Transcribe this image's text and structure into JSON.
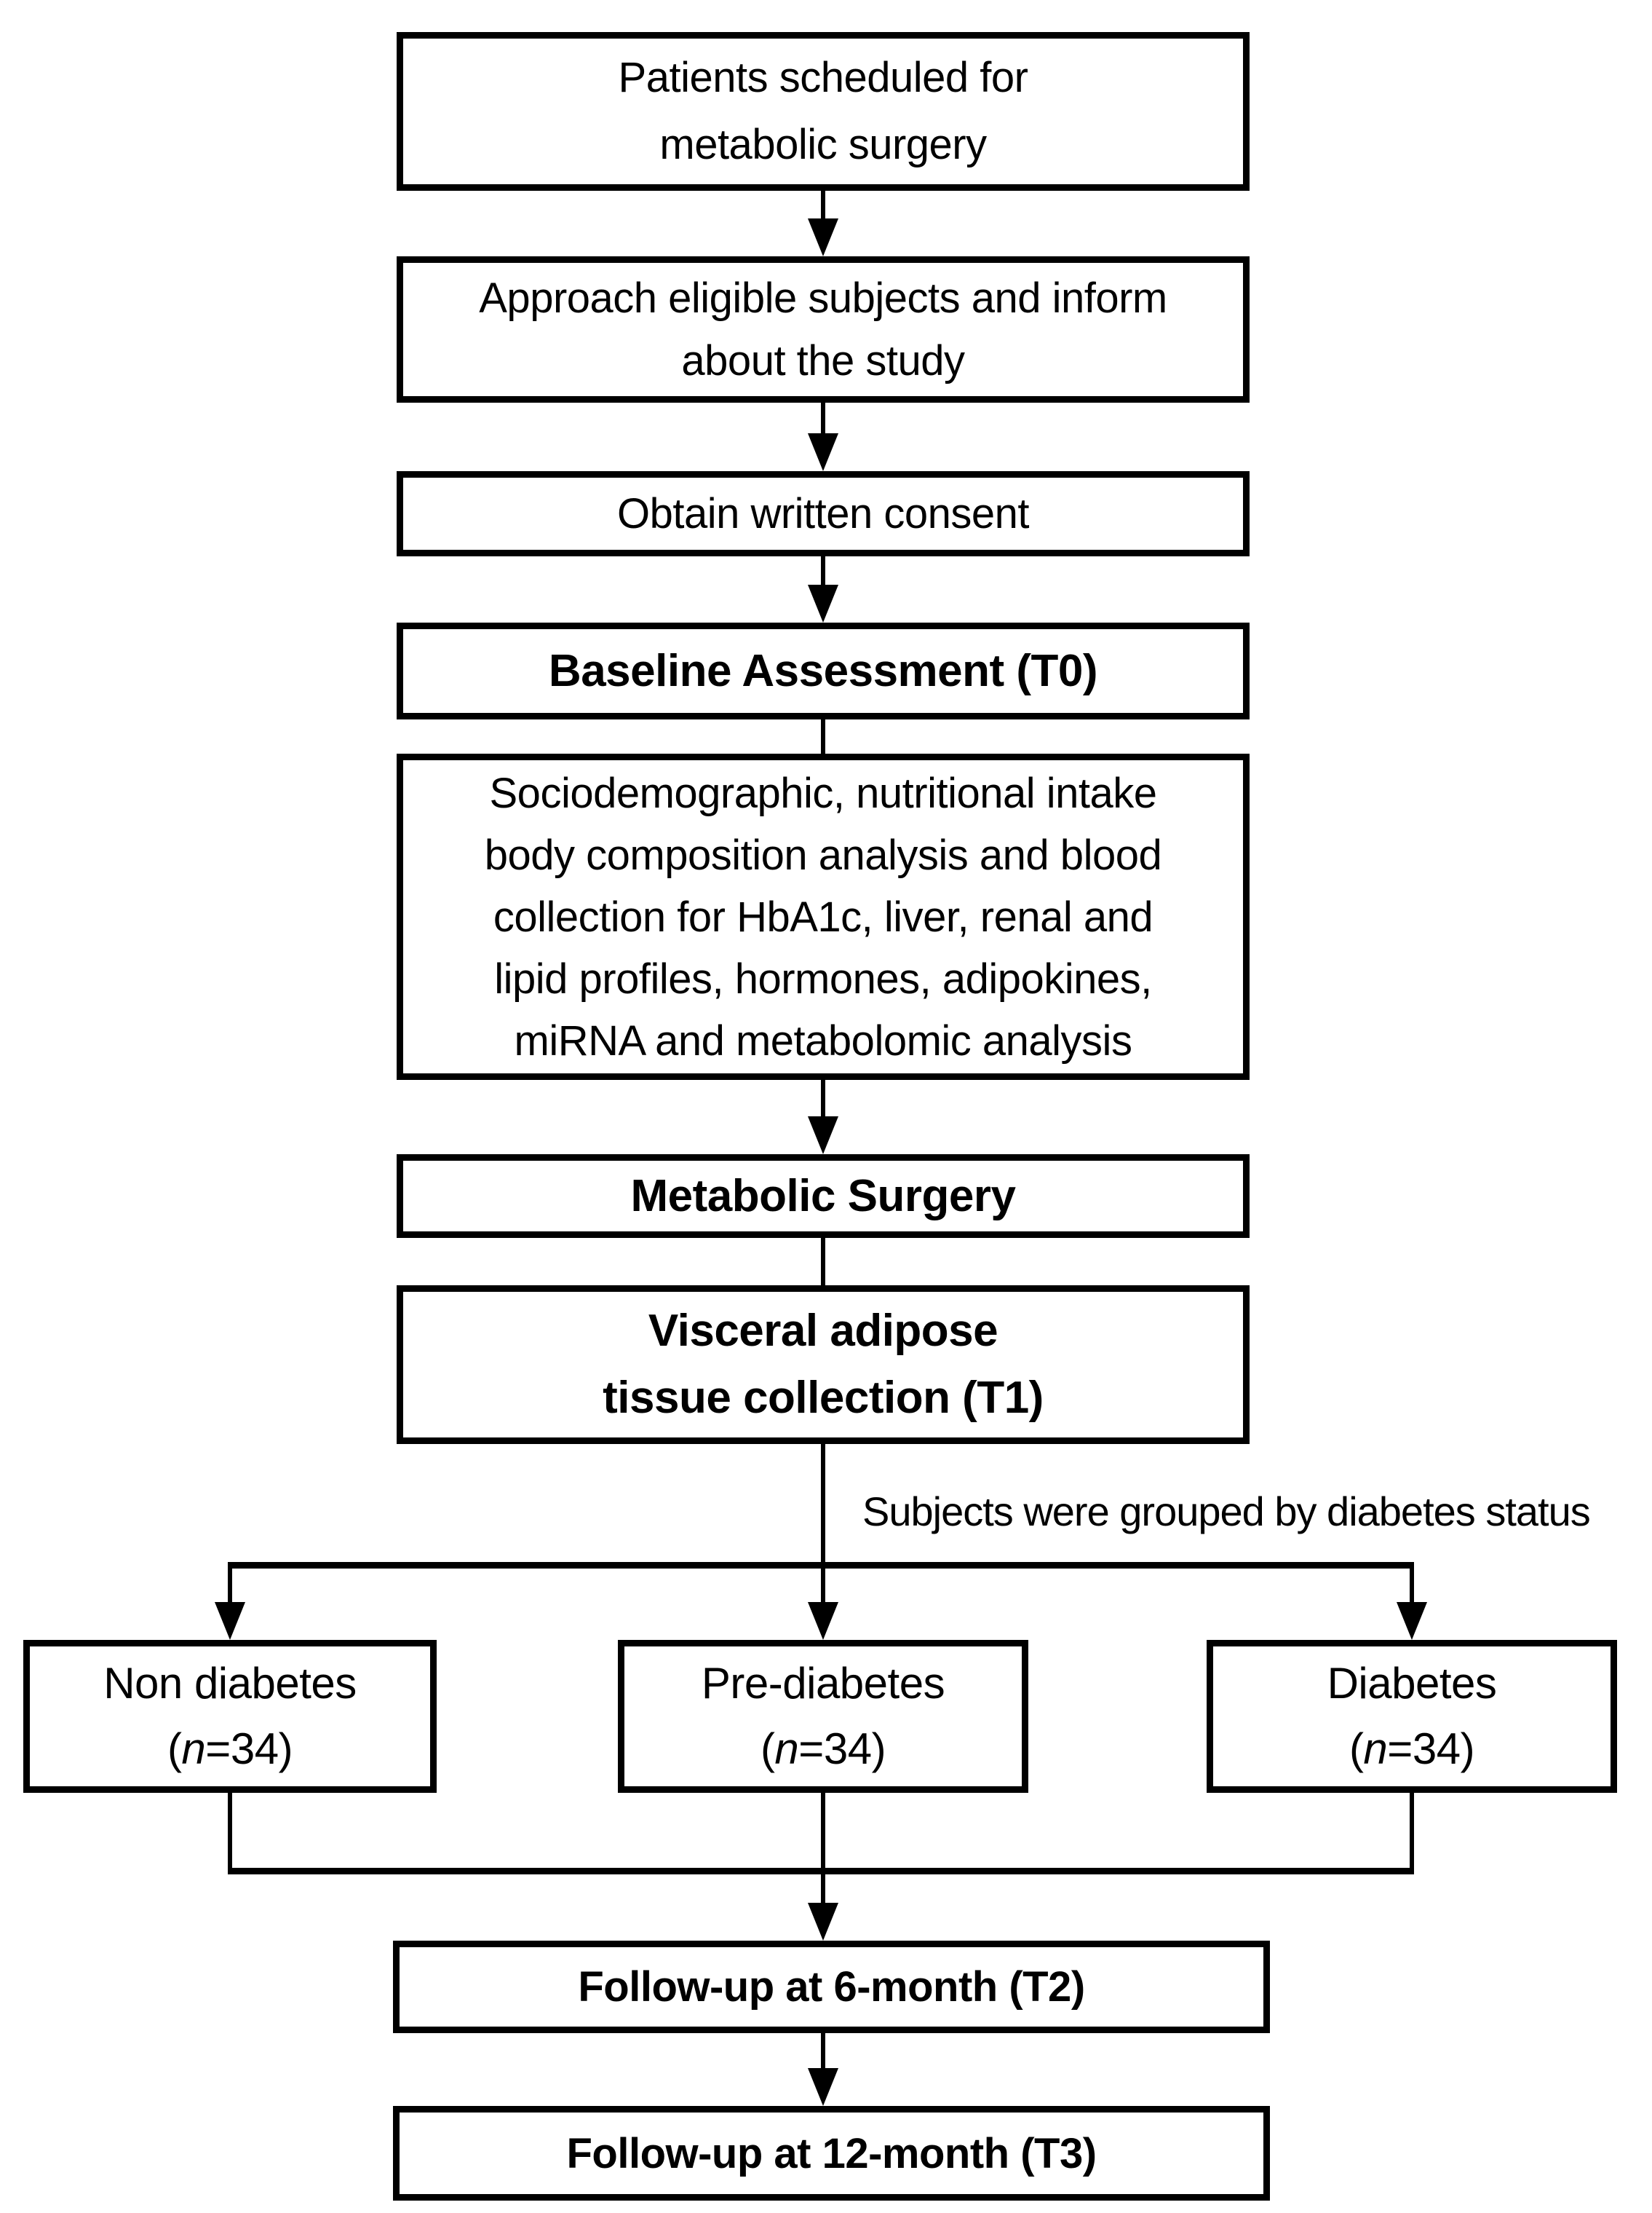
{
  "colors": {
    "background": "#ffffff",
    "line": "#000000",
    "text": "#000000"
  },
  "flowchart": {
    "boxes": {
      "patients": {
        "line1": "Patients scheduled for",
        "line2": "metabolic surgery"
      },
      "approach": {
        "line1": "Approach eligible subjects and inform",
        "line2": "about the study"
      },
      "consent": {
        "line1": "Obtain written consent"
      },
      "baseline": {
        "line1": "Baseline Assessment (T0)"
      },
      "baseline_detail": {
        "line1": "Sociodemographic, nutritional intake",
        "line2": "body composition analysis and blood",
        "line3": "collection for HbA1c, liver, renal and",
        "line4": "lipid profiles, hormones, adipokines,",
        "line5": "miRNA and metabolomic analysis"
      },
      "surgery": {
        "line1": "Metabolic Surgery"
      },
      "tissue": {
        "line1": "Visceral adipose",
        "line2": "tissue collection (T1)"
      },
      "non_diabetes": {
        "name": "Non diabetes",
        "paren_open": "(",
        "n_var": "n",
        "n_value": "=34)"
      },
      "pre_diabetes": {
        "name": "Pre-diabetes",
        "paren_open": "(",
        "n_var": "n",
        "n_value": "=34)"
      },
      "diabetes": {
        "name": "Diabetes",
        "paren_open": "(",
        "n_var": "n",
        "n_value": "=34)"
      },
      "followup_6": {
        "line1": "Follow-up at 6-month (T2)"
      },
      "followup_12": {
        "line1": "Follow-up at 12-month (T3)"
      }
    },
    "annotations": {
      "grouping_label": "Subjects were grouped by diabetes status"
    }
  }
}
